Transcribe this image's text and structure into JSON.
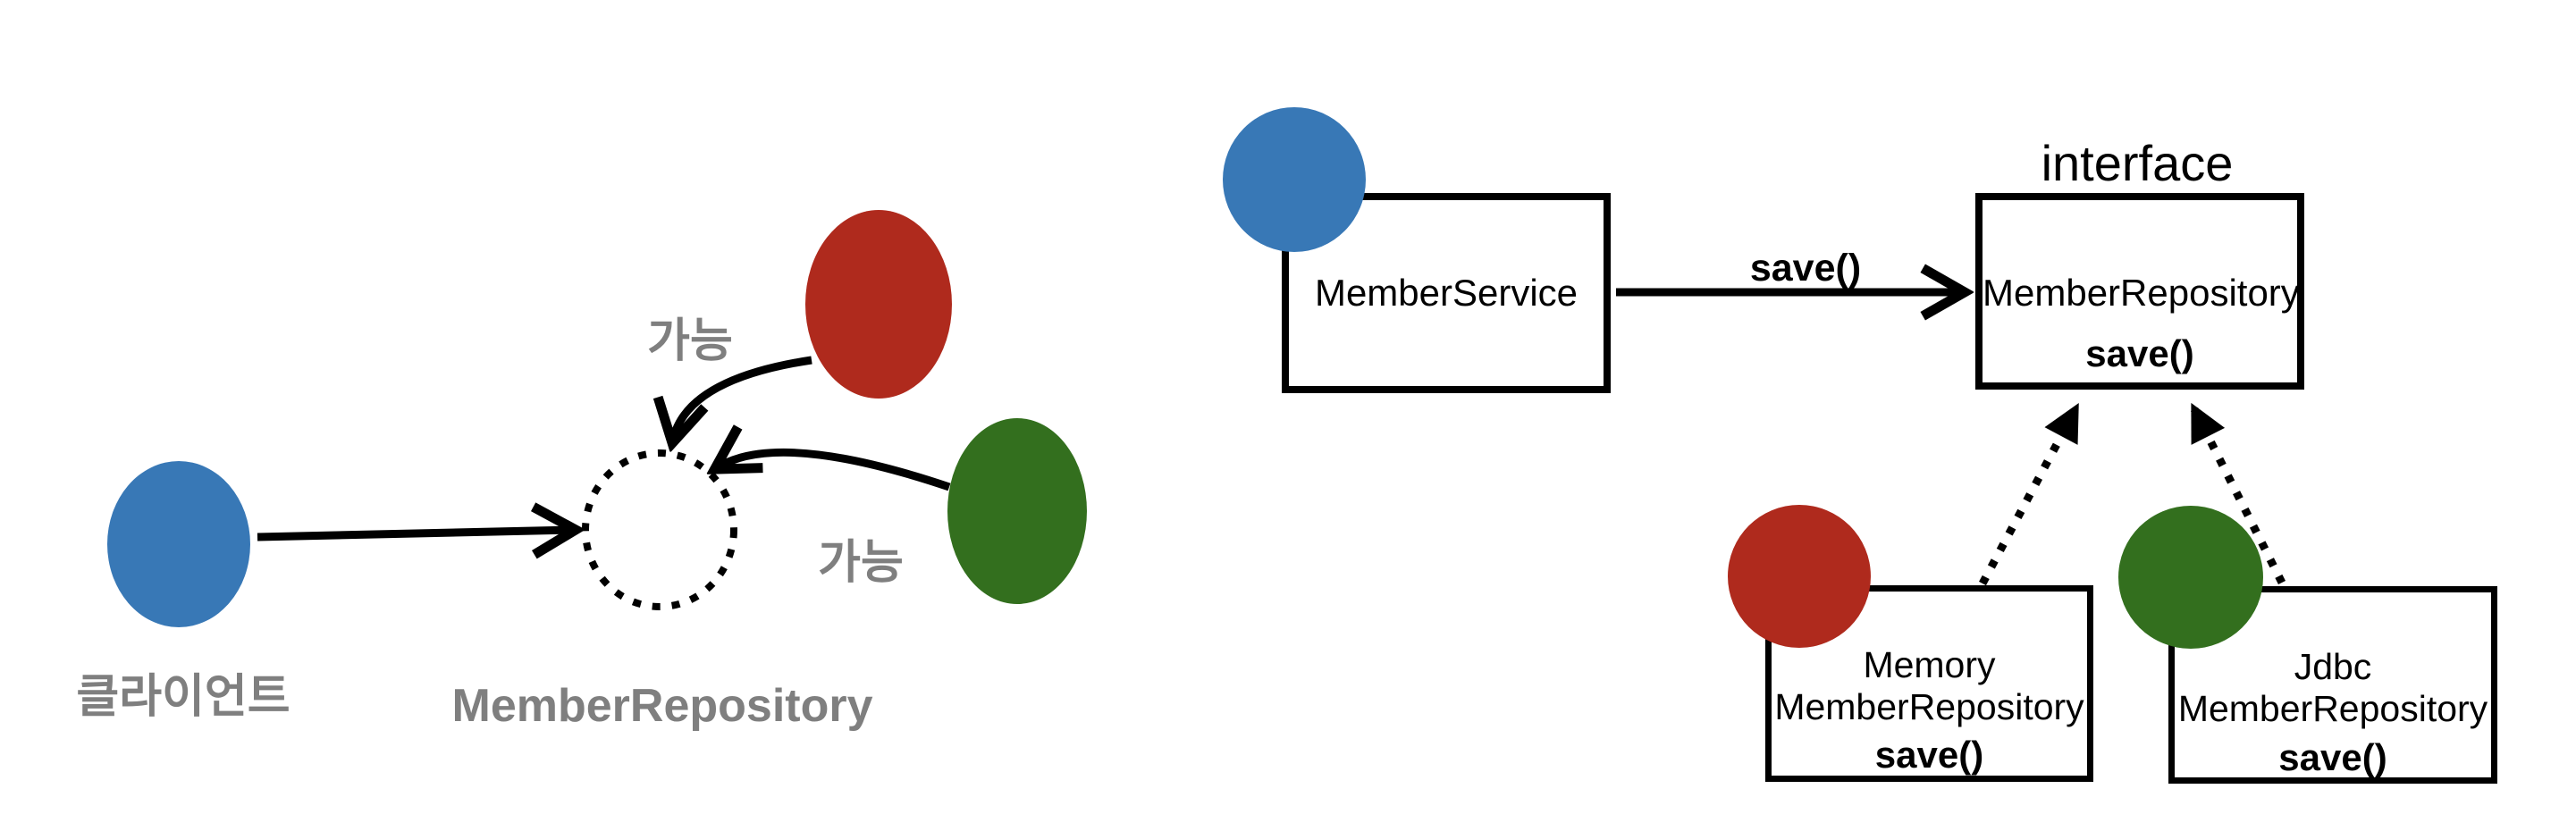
{
  "colors": {
    "client_blue": "#3878B6",
    "impl_red": "#AF2A1D",
    "impl_green": "#336F1E",
    "label_gray": "#7F7F7F",
    "line_black": "#000000",
    "bg_white": "#FFFFFF"
  },
  "left_diagram": {
    "client_label": "클라이언트",
    "repository_label": "MemberRepository",
    "possible_top_label": "가능",
    "possible_bottom_label": "가능"
  },
  "right_diagram": {
    "interface_label": "interface",
    "save_arrow_label": "save()",
    "member_service_box": {
      "title": "MemberService"
    },
    "member_repository_box": {
      "title": "MemberRepository",
      "method": "save()"
    },
    "memory_box": {
      "line1": "Memory",
      "line2": "MemberRepository",
      "method": "save()"
    },
    "jdbc_box": {
      "line1": "Jdbc",
      "line2": "MemberRepository",
      "method": "save()"
    }
  }
}
